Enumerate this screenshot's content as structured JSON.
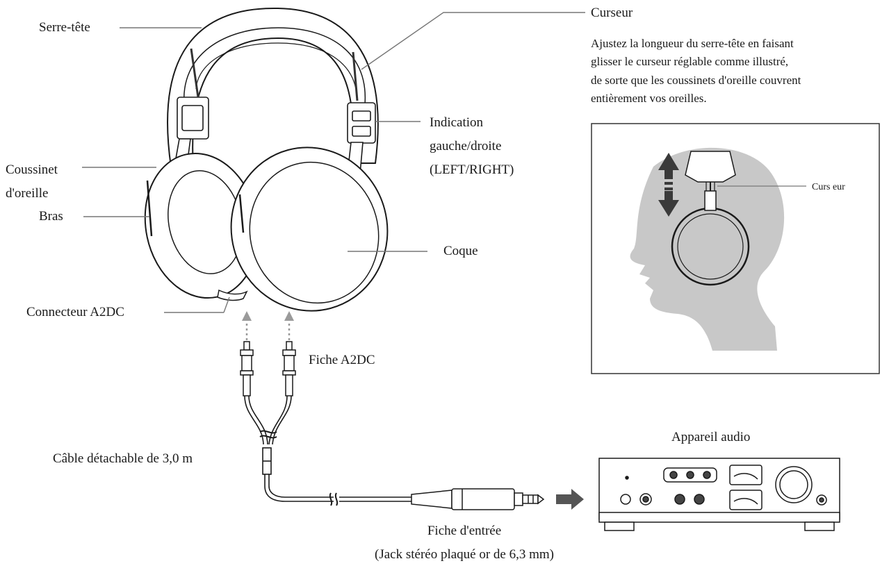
{
  "labels": {
    "headband": "Serre-tête",
    "slider": "Curseur",
    "ear_pad_line1": "Coussinet",
    "ear_pad_line2": "d'oreille",
    "arm": "Bras",
    "lr_line1": "Indication",
    "lr_line2": "gauche/droite",
    "lr_line3": "(LEFT/RIGHT)",
    "housing": "Coque",
    "connector": "Connecteur A2DC",
    "plug_a2dc": "Fiche A2DC",
    "cable": "Câble détachable de 3,0 m",
    "input_plug_line1": "Fiche d'entrée",
    "input_plug_line2": "(Jack stéréo plaqué or de 6,3 mm)",
    "audio_device": "Appareil audio"
  },
  "instructions": {
    "lines": [
      "Ajustez la longueur du serre-tête en faisant",
      "glisser le curseur réglable comme illustré,",
      "de sorte que les coussinets d'oreille couvrent",
      "entièrement vos oreilles."
    ]
  },
  "inset": {
    "slider_label": "Curs eur"
  },
  "colors": {
    "line": "#1a1a1a",
    "leader": "#777777",
    "head_gray": "#c8c8c8",
    "arrow_dark": "#3a3a3a",
    "dotted_arrow": "#9a9a9a"
  }
}
